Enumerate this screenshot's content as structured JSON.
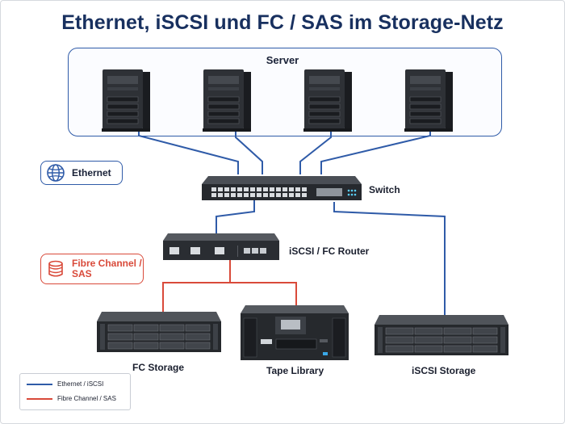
{
  "title": "Ethernet, iSCSI und FC / SAS im Storage-Netz",
  "server_group": {
    "label": "Server",
    "count": 4
  },
  "devices": {
    "switch": "Switch",
    "router": "iSCSI / FC Router",
    "fc_storage": "FC Storage",
    "tape_library": "Tape Library",
    "iscsi_storage": "iSCSI Storage"
  },
  "badges": {
    "ethernet": {
      "label": "Ethernet",
      "icon": "globe-icon"
    },
    "fc_sas": {
      "label_line1": "Fibre Channel /",
      "label_line2": "SAS",
      "icon": "database-icon"
    }
  },
  "legend": [
    {
      "label": "Ethernet / iSCSI",
      "color": "#2f5ba8"
    },
    {
      "label": "Fibre Channel / SAS",
      "color": "#d94a3a"
    }
  ],
  "colors": {
    "ethernet": "#2f5ba8",
    "fibre_channel": "#d94a3a",
    "title": "#18305f"
  }
}
